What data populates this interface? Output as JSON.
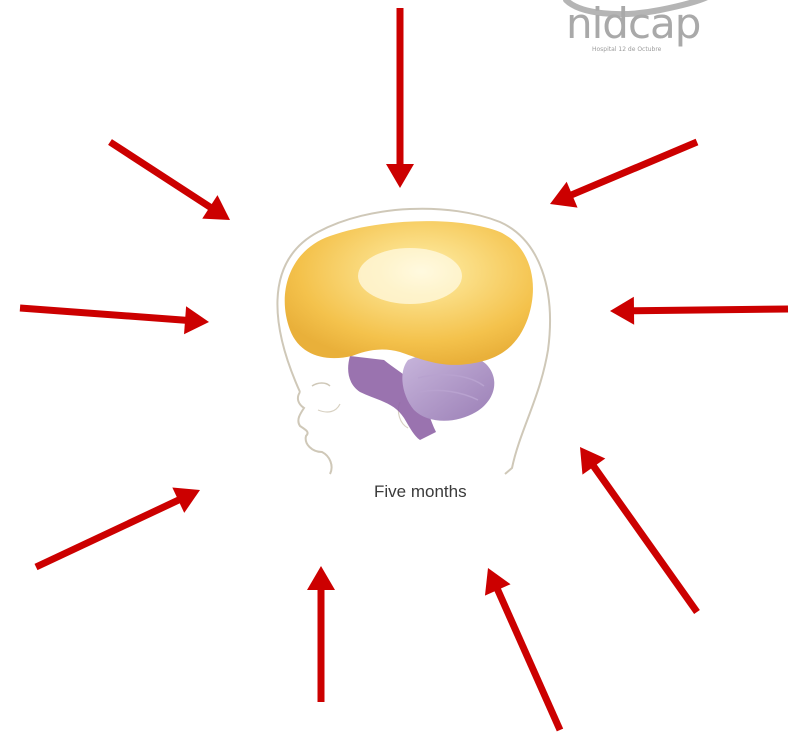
{
  "logo": {
    "word": "nidcap",
    "subtitle": "Hospital 12 de Octubre"
  },
  "caption": "Five months",
  "colors": {
    "arrow": "#cc0000",
    "brain": "#f3c04a",
    "brain_highlight": "#fff6cf",
    "cerebellum": "#a98fbe",
    "brainstem": "#8a5aa0",
    "head_outline": "#c9c2b2",
    "logo": "#a9a9a9"
  },
  "arrows": [
    {
      "name": "arrow-top",
      "direction": "down"
    },
    {
      "name": "arrow-top-right",
      "direction": "down-left"
    },
    {
      "name": "arrow-right",
      "direction": "left"
    },
    {
      "name": "arrow-bottom-right",
      "direction": "up-left"
    },
    {
      "name": "arrow-bottom-center-right",
      "direction": "up-left"
    },
    {
      "name": "arrow-bottom-center-left",
      "direction": "up"
    },
    {
      "name": "arrow-bottom-left",
      "direction": "up-right"
    },
    {
      "name": "arrow-left",
      "direction": "right"
    },
    {
      "name": "arrow-top-left",
      "direction": "down-right"
    }
  ]
}
